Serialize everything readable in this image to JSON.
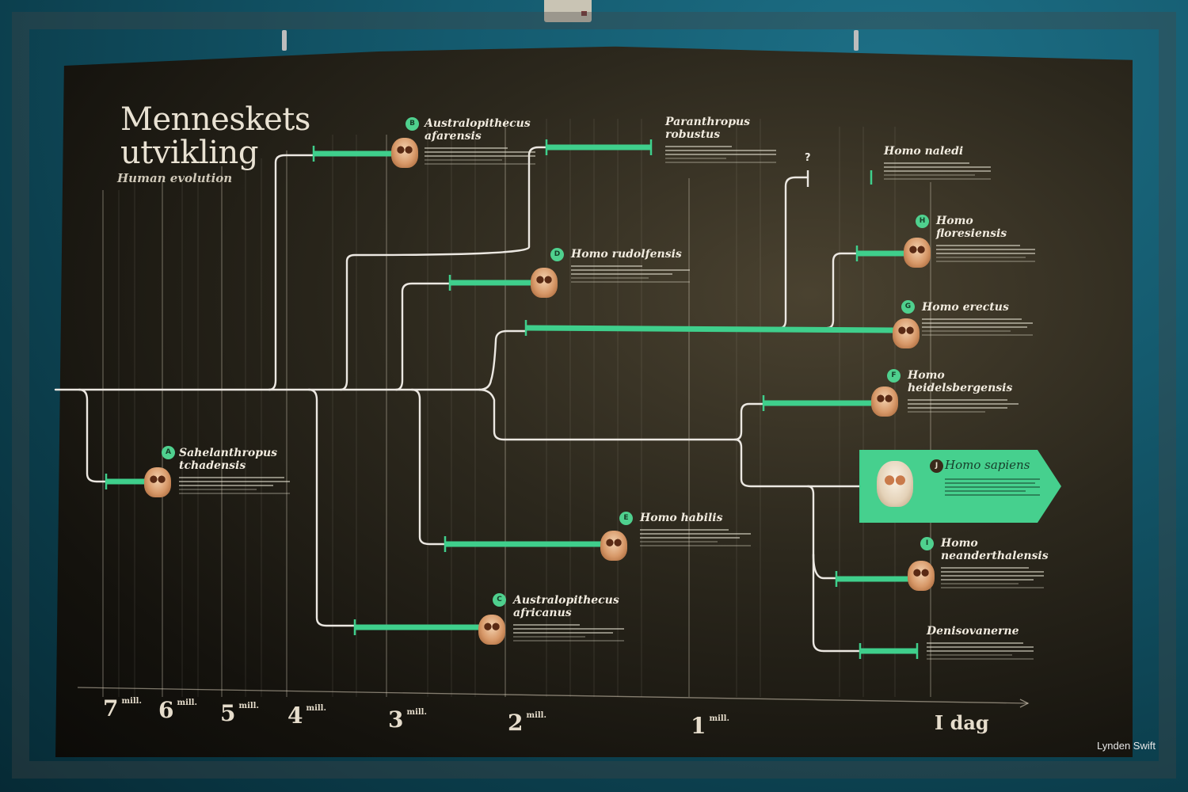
{
  "photo": {
    "credit": "Lynden Swift",
    "wall_color": "#145a6e"
  },
  "poster": {
    "title_line1": "Menneskets",
    "title_line2": "utvikling",
    "subtitle": "Human evolution",
    "accent_color": "#3fcf8c",
    "unknown_marker": "?",
    "species": [
      {
        "badge": "A",
        "name": "Sahelanthropus\ntchadensis"
      },
      {
        "badge": "B",
        "name": "Australopithecus\nafarensis"
      },
      {
        "badge": "C",
        "name": "Australopithecus\nafricanus"
      },
      {
        "badge": "D",
        "name": "Homo rudolfensis"
      },
      {
        "badge": "E",
        "name": "Homo habilis"
      },
      {
        "badge": "F",
        "name": "Homo\nheidelsbergensis"
      },
      {
        "badge": "G",
        "name": "Homo erectus"
      },
      {
        "badge": "H",
        "name": "Homo\nfloresiensis"
      },
      {
        "badge": "I",
        "name": "Homo\nneanderthalensis"
      },
      {
        "badge": "J",
        "name": "Homo sapiens"
      },
      {
        "badge": "",
        "name": "Paranthropus\nrobustus"
      },
      {
        "badge": "",
        "name": "Homo naledi"
      },
      {
        "badge": "",
        "name": "Denisovanerne"
      }
    ],
    "timeline": {
      "ticks": [
        {
          "value": "7",
          "unit": "mill."
        },
        {
          "value": "6",
          "unit": "mill."
        },
        {
          "value": "5",
          "unit": "mill."
        },
        {
          "value": "4",
          "unit": "mill."
        },
        {
          "value": "3",
          "unit": "mill."
        },
        {
          "value": "2",
          "unit": "mill."
        },
        {
          "value": "1",
          "unit": "mill."
        }
      ],
      "today": "I dag"
    }
  }
}
